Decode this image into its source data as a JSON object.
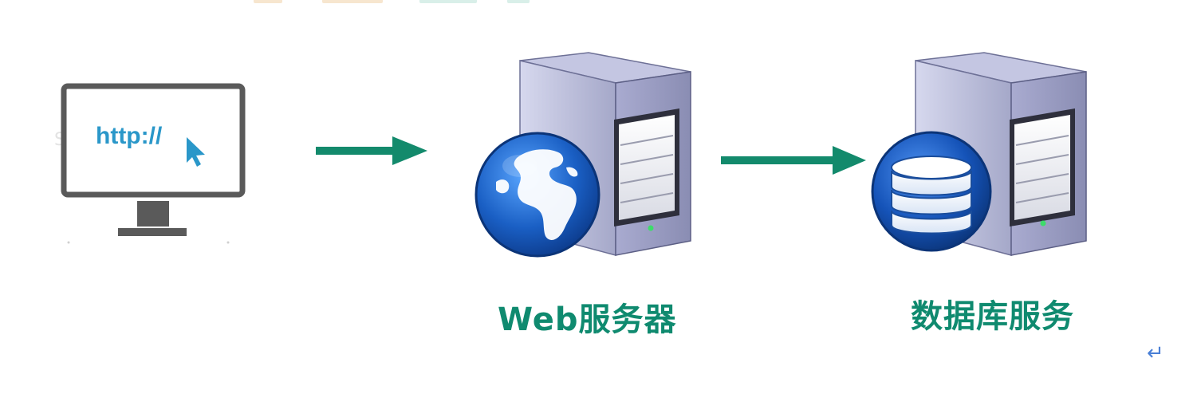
{
  "colors": {
    "accent_green": "#0f8a6f",
    "arrow_green": "#138a6c",
    "monitor_frame": "#595959",
    "link_blue": "#2a97c9",
    "server_body": "#8f92b8",
    "globe_blue": "#1f6fd1",
    "return_mark": "#4a7fd6"
  },
  "nodes": [
    {
      "id": "client",
      "icon": "monitor-icon",
      "screen_text": "http://",
      "label": ""
    },
    {
      "id": "web-server",
      "icon": "web-server-icon",
      "label": "Web服务器"
    },
    {
      "id": "db-server",
      "icon": "database-server-icon",
      "label": "数据库服务"
    }
  ],
  "edges": [
    {
      "from": "client",
      "to": "web-server"
    },
    {
      "from": "web-server",
      "to": "db-server"
    }
  ],
  "paragraph_mark": "↵"
}
